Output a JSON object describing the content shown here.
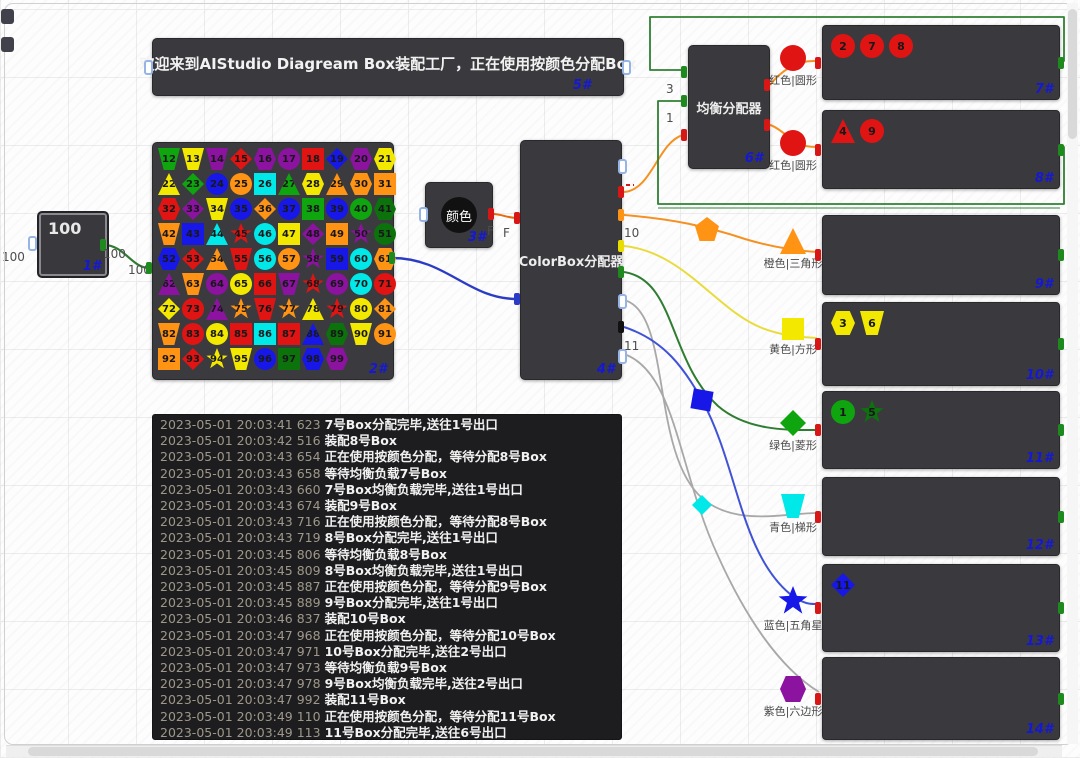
{
  "banner": {
    "id": "5#",
    "text": "欢迎来到AIStudio Diagream Box装配工厂，正在使用按颜色分配Box"
  },
  "source_node": {
    "id": "1#",
    "value": "100",
    "left_count": "100",
    "out_count": "100",
    "in_count": "100"
  },
  "grid_box": {
    "id": "2#",
    "cells": [
      [
        12,
        "green",
        "trapezoid"
      ],
      [
        13,
        "yellow",
        "trapezoid"
      ],
      [
        14,
        "purple",
        "trapezoid"
      ],
      [
        15,
        "red",
        "diamond"
      ],
      [
        16,
        "purple",
        "hexagon"
      ],
      [
        17,
        "purple",
        "circle"
      ],
      [
        18,
        "red",
        "square"
      ],
      [
        19,
        "blue",
        "diamond"
      ],
      [
        20,
        "purple",
        "hexagon"
      ],
      [
        21,
        "yellow",
        "hexagon"
      ],
      [
        22,
        "yellow",
        "triangle"
      ],
      [
        23,
        "green",
        "diamond"
      ],
      [
        24,
        "blue",
        "circle"
      ],
      [
        25,
        "orange",
        "circle"
      ],
      [
        26,
        "cyan",
        "square"
      ],
      [
        27,
        "green",
        "triangle"
      ],
      [
        28,
        "yellow",
        "hexagon"
      ],
      [
        29,
        "orange",
        "triangle"
      ],
      [
        30,
        "orange",
        "hexagon"
      ],
      [
        31,
        "orange",
        "square"
      ],
      [
        32,
        "red",
        "hexagon"
      ],
      [
        33,
        "purple",
        "diamond"
      ],
      [
        34,
        "yellow",
        "trapezoid"
      ],
      [
        35,
        "blue",
        "circle"
      ],
      [
        36,
        "orange",
        "diamond"
      ],
      [
        37,
        "blue",
        "circle"
      ],
      [
        38,
        "green",
        "square"
      ],
      [
        39,
        "blue",
        "circle"
      ],
      [
        40,
        "green",
        "circle"
      ],
      [
        41,
        "darkgreen",
        "hexagon"
      ],
      [
        42,
        "orange",
        "trapezoid"
      ],
      [
        43,
        "blue",
        "square"
      ],
      [
        44,
        "cyan",
        "triangle"
      ],
      [
        45,
        "red",
        "star"
      ],
      [
        46,
        "cyan",
        "circle"
      ],
      [
        47,
        "yellow",
        "square"
      ],
      [
        48,
        "purple",
        "diamond"
      ],
      [
        49,
        "orange",
        "square"
      ],
      [
        50,
        "purple",
        "star"
      ],
      [
        51,
        "darkgreen",
        "circle"
      ],
      [
        52,
        "blue",
        "hexagon"
      ],
      [
        53,
        "red",
        "diamond"
      ],
      [
        54,
        "orange",
        "triangle"
      ],
      [
        55,
        "red",
        "trapezoid"
      ],
      [
        56,
        "cyan",
        "circle"
      ],
      [
        57,
        "orange",
        "circle"
      ],
      [
        58,
        "purple",
        "star"
      ],
      [
        59,
        "blue",
        "square"
      ],
      [
        60,
        "cyan",
        "circle"
      ],
      [
        61,
        "orange",
        "hexagon"
      ],
      [
        62,
        "purple",
        "triangle"
      ],
      [
        63,
        "orange",
        "trapezoid"
      ],
      [
        64,
        "purple",
        "circle"
      ],
      [
        65,
        "yellow",
        "circle"
      ],
      [
        66,
        "red",
        "square"
      ],
      [
        67,
        "purple",
        "trapezoid"
      ],
      [
        68,
        "red",
        "star"
      ],
      [
        69,
        "purple",
        "circle"
      ],
      [
        70,
        "cyan",
        "circle"
      ],
      [
        71,
        "red",
        "circle"
      ],
      [
        72,
        "yellow",
        "diamond"
      ],
      [
        73,
        "red",
        "circle"
      ],
      [
        74,
        "purple",
        "triangle"
      ],
      [
        75,
        "orange",
        "star"
      ],
      [
        76,
        "red",
        "trapezoid"
      ],
      [
        77,
        "orange",
        "star"
      ],
      [
        78,
        "yellow",
        "triangle"
      ],
      [
        79,
        "red",
        "star"
      ],
      [
        80,
        "yellow",
        "circle"
      ],
      [
        81,
        "orange",
        "diamond"
      ],
      [
        82,
        "orange",
        "trapezoid"
      ],
      [
        83,
        "red",
        "circle"
      ],
      [
        84,
        "yellow",
        "circle"
      ],
      [
        85,
        "red",
        "square"
      ],
      [
        86,
        "cyan",
        "square"
      ],
      [
        87,
        "red",
        "square"
      ],
      [
        88,
        "blue",
        "triangle"
      ],
      [
        89,
        "darkgreen",
        "hexagon"
      ],
      [
        90,
        "yellow",
        "trapezoid"
      ],
      [
        91,
        "orange",
        "circle"
      ],
      [
        92,
        "orange",
        "square"
      ],
      [
        93,
        "red",
        "diamond"
      ],
      [
        94,
        "yellow",
        "star"
      ],
      [
        95,
        "yellow",
        "trapezoid"
      ],
      [
        96,
        "blue",
        "circle"
      ],
      [
        97,
        "darkgreen",
        "square"
      ],
      [
        98,
        "blue",
        "hexagon"
      ],
      [
        99,
        "purple",
        "hexagon"
      ]
    ]
  },
  "color_node": {
    "id": "3#",
    "label": "颜色",
    "out_port_label": "F",
    "in_port_label": "F"
  },
  "colorbox_node": {
    "id": "4#",
    "title": "ColorBox分配器",
    "orange_port_count": "10",
    "blue_port_count": "11"
  },
  "balancer_node": {
    "id": "6#",
    "title": "均衡分配器",
    "in_counts": [
      "3",
      "1"
    ]
  },
  "output_boxes": [
    {
      "id": "7#",
      "label": "红色|圆形",
      "icon": [
        "red",
        "circle"
      ],
      "count": "3",
      "tokens": [
        [
          "2",
          "red",
          "circle"
        ],
        [
          "7",
          "red",
          "circle"
        ],
        [
          "8",
          "red",
          "circle"
        ]
      ]
    },
    {
      "id": "8#",
      "label": "红色|圆形",
      "icon": [
        "red",
        "circle"
      ],
      "count": "1",
      "tokens": [
        [
          "4",
          "red",
          "triangle"
        ],
        [
          "9",
          "red",
          "circle"
        ]
      ]
    },
    {
      "id": "9#",
      "label": "橙色|三角形",
      "icon": [
        "orange",
        "triangle"
      ],
      "count": "0",
      "tokens": []
    },
    {
      "id": "10#",
      "label": "黄色|方形",
      "icon": [
        "yellow",
        "square"
      ],
      "count": "2",
      "tokens": [
        [
          "3",
          "yellow",
          "hexagon"
        ],
        [
          "6",
          "yellow",
          "trapezoid"
        ]
      ]
    },
    {
      "id": "11#",
      "label": "绿色|菱形",
      "icon": [
        "green",
        "diamond"
      ],
      "count": "2",
      "tokens": [
        [
          "1",
          "green",
          "circle"
        ],
        [
          "5",
          "darkgreen",
          "star"
        ]
      ]
    },
    {
      "id": "12#",
      "label": "青色|梯形",
      "icon": [
        "cyan",
        "trapezoid"
      ],
      "count": "0",
      "tokens": []
    },
    {
      "id": "13#",
      "label": "蓝色|五角星",
      "icon": [
        "blue",
        "star"
      ],
      "count": "1",
      "tokens": [
        [
          "11",
          "blue",
          "diamond"
        ]
      ]
    },
    {
      "id": "14#",
      "label": "紫色|六边形",
      "icon": [
        "purple",
        "hexagon"
      ],
      "count": "0",
      "tokens": []
    }
  ],
  "wire_tokens": [
    {
      "color": "orange",
      "shape": "pentagon"
    },
    {
      "color": "blue",
      "shape": "square"
    },
    {
      "color": "cyan",
      "shape": "diamond"
    }
  ],
  "log_panel": {
    "lines": [
      {
        "ts": "2023-05-01 20:03:41 623",
        "msg": "7号Box分配完毕,送往1号出口"
      },
      {
        "ts": "2023-05-01 20:03:42 516",
        "msg": "装配8号Box"
      },
      {
        "ts": "2023-05-01 20:03:43 654",
        "msg": "正在使用按颜色分配，等待分配8号Box"
      },
      {
        "ts": "2023-05-01 20:03:43 658",
        "msg": "等待均衡负载7号Box"
      },
      {
        "ts": "2023-05-01 20:03:43 660",
        "msg": "7号Box均衡负载完毕,送往1号出口"
      },
      {
        "ts": "2023-05-01 20:03:43 674",
        "msg": "装配9号Box"
      },
      {
        "ts": "2023-05-01 20:03:43 716",
        "msg": "正在使用按颜色分配，等待分配8号Box"
      },
      {
        "ts": "2023-05-01 20:03:43 719",
        "msg": "8号Box分配完毕,送往1号出口"
      },
      {
        "ts": "2023-05-01 20:03:45 806",
        "msg": "等待均衡负载8号Box"
      },
      {
        "ts": "2023-05-01 20:03:45 809",
        "msg": "8号Box均衡负载完毕,送往1号出口"
      },
      {
        "ts": "2023-05-01 20:03:45 887",
        "msg": "正在使用按颜色分配，等待分配9号Box"
      },
      {
        "ts": "2023-05-01 20:03:45 889",
        "msg": "9号Box分配完毕,送往1号出口"
      },
      {
        "ts": "2023-05-01 20:03:46 837",
        "msg": "装配10号Box"
      },
      {
        "ts": "2023-05-01 20:03:47 968",
        "msg": "正在使用按颜色分配，等待分配10号Box"
      },
      {
        "ts": "2023-05-01 20:03:47 971",
        "msg": "10号Box分配完毕,送往2号出口"
      },
      {
        "ts": "2023-05-01 20:03:47 973",
        "msg": "等待均衡负载9号Box"
      },
      {
        "ts": "2023-05-01 20:03:47 978",
        "msg": "9号Box均衡负载完毕,送往2号出口"
      },
      {
        "ts": "2023-05-01 20:03:47 992",
        "msg": "装配11号Box"
      },
      {
        "ts": "2023-05-01 20:03:49 110",
        "msg": "正在使用按颜色分配，等待分配11号Box"
      },
      {
        "ts": "2023-05-01 20:03:49 113",
        "msg": "11号Box分配完毕,送往6号出口"
      }
    ]
  },
  "palette": {
    "red": "#e11414",
    "orange": "#ff9314",
    "yellow": "#f2e800",
    "green": "#0fa50f",
    "darkgreen": "#0c720c",
    "cyan": "#00e8e8",
    "blue": "#1717e8",
    "purple": "#8c12a0"
  },
  "wire_colors": {
    "green": "#2f7d32",
    "feedback_green": "#2f8032",
    "orange": "#f59120",
    "yellow": "#e8dc3c",
    "gray": "#a8a8a8",
    "blue": "#4053d6",
    "darkblue": "#2b3cc4"
  }
}
